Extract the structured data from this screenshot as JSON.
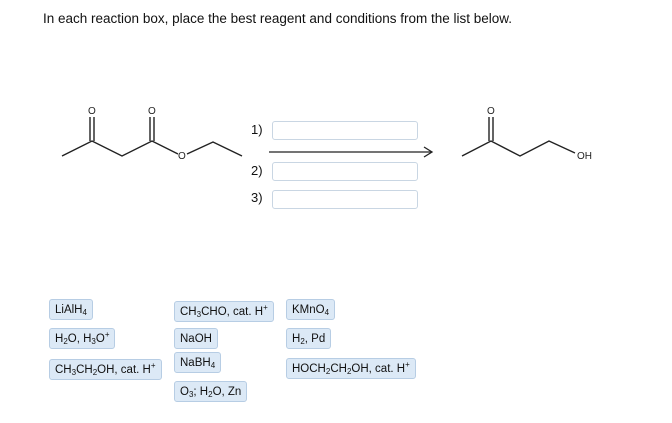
{
  "instruction": "In each reaction box, place the best reagent and conditions from the list below.",
  "scheme": {
    "reactant_atoms": [
      "O",
      "O",
      "O"
    ],
    "product_atoms": [
      "O",
      "OH"
    ],
    "steps": [
      "1)",
      "2)",
      "3)"
    ]
  },
  "reagents": [
    {
      "id": "lialh4",
      "html": "LiAlH<sub>4</sub>"
    },
    {
      "id": "h2o-h3o",
      "html": "H<sub>2</sub>O, H<sub>3</sub>O<sup>+</sup>"
    },
    {
      "id": "ethanol-h",
      "html": "CH<sub>3</sub>CH<sub>2</sub>OH, cat. H<sup>+</sup>"
    },
    {
      "id": "acetaldehyde-h",
      "html": "CH<sub>3</sub>CHO, cat. H<sup>+</sup>"
    },
    {
      "id": "naoh",
      "html": "NaOH"
    },
    {
      "id": "nabh4",
      "html": "NaBH<sub>4</sub>"
    },
    {
      "id": "ozonolysis",
      "html": "O<sub>3</sub>; H<sub>2</sub>O, Zn"
    },
    {
      "id": "kmno4",
      "html": "KMnO<sub>4</sub>"
    },
    {
      "id": "h2-pd",
      "html": "H<sub>2</sub>, Pd"
    },
    {
      "id": "ethylene-glycol-h",
      "html": "HOCH<sub>2</sub>CH<sub>2</sub>OH, cat. H<sup>+</sup>"
    }
  ]
}
